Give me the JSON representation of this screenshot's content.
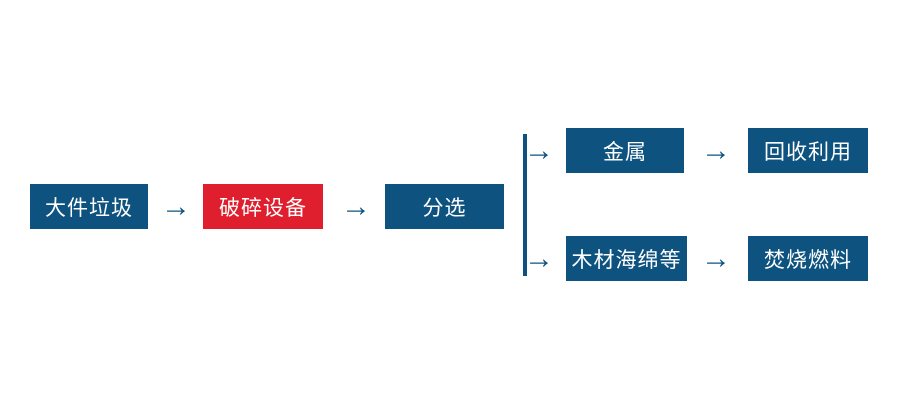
{
  "page": {
    "background": "#FFFFFF"
  },
  "colors": {
    "node_blue": "#0E5380",
    "node_red": "#DF1F2D",
    "connector_blue": "#0E5380",
    "label_text": "#FFFFFF"
  },
  "arrow_glyph": "→",
  "flowchart": {
    "main_flow": {
      "nodes": [
        {
          "id": "bulky-waste",
          "label": "大件垃圾",
          "style": "blue"
        },
        {
          "id": "crushing-equipment",
          "label": "破碎设备",
          "style": "red"
        },
        {
          "id": "sorting",
          "label": "分选",
          "style": "blue"
        }
      ]
    },
    "branch_top": {
      "nodes": [
        {
          "id": "metal",
          "label": "金属",
          "style": "blue"
        },
        {
          "id": "recycling",
          "label": "回收利用",
          "style": "blue"
        }
      ]
    },
    "branch_bottom": {
      "nodes": [
        {
          "id": "wood-sponge-etc",
          "label": "木材海绵等",
          "style": "blue"
        },
        {
          "id": "incineration-fuel",
          "label": "焚烧燃料",
          "style": "blue"
        }
      ]
    }
  }
}
